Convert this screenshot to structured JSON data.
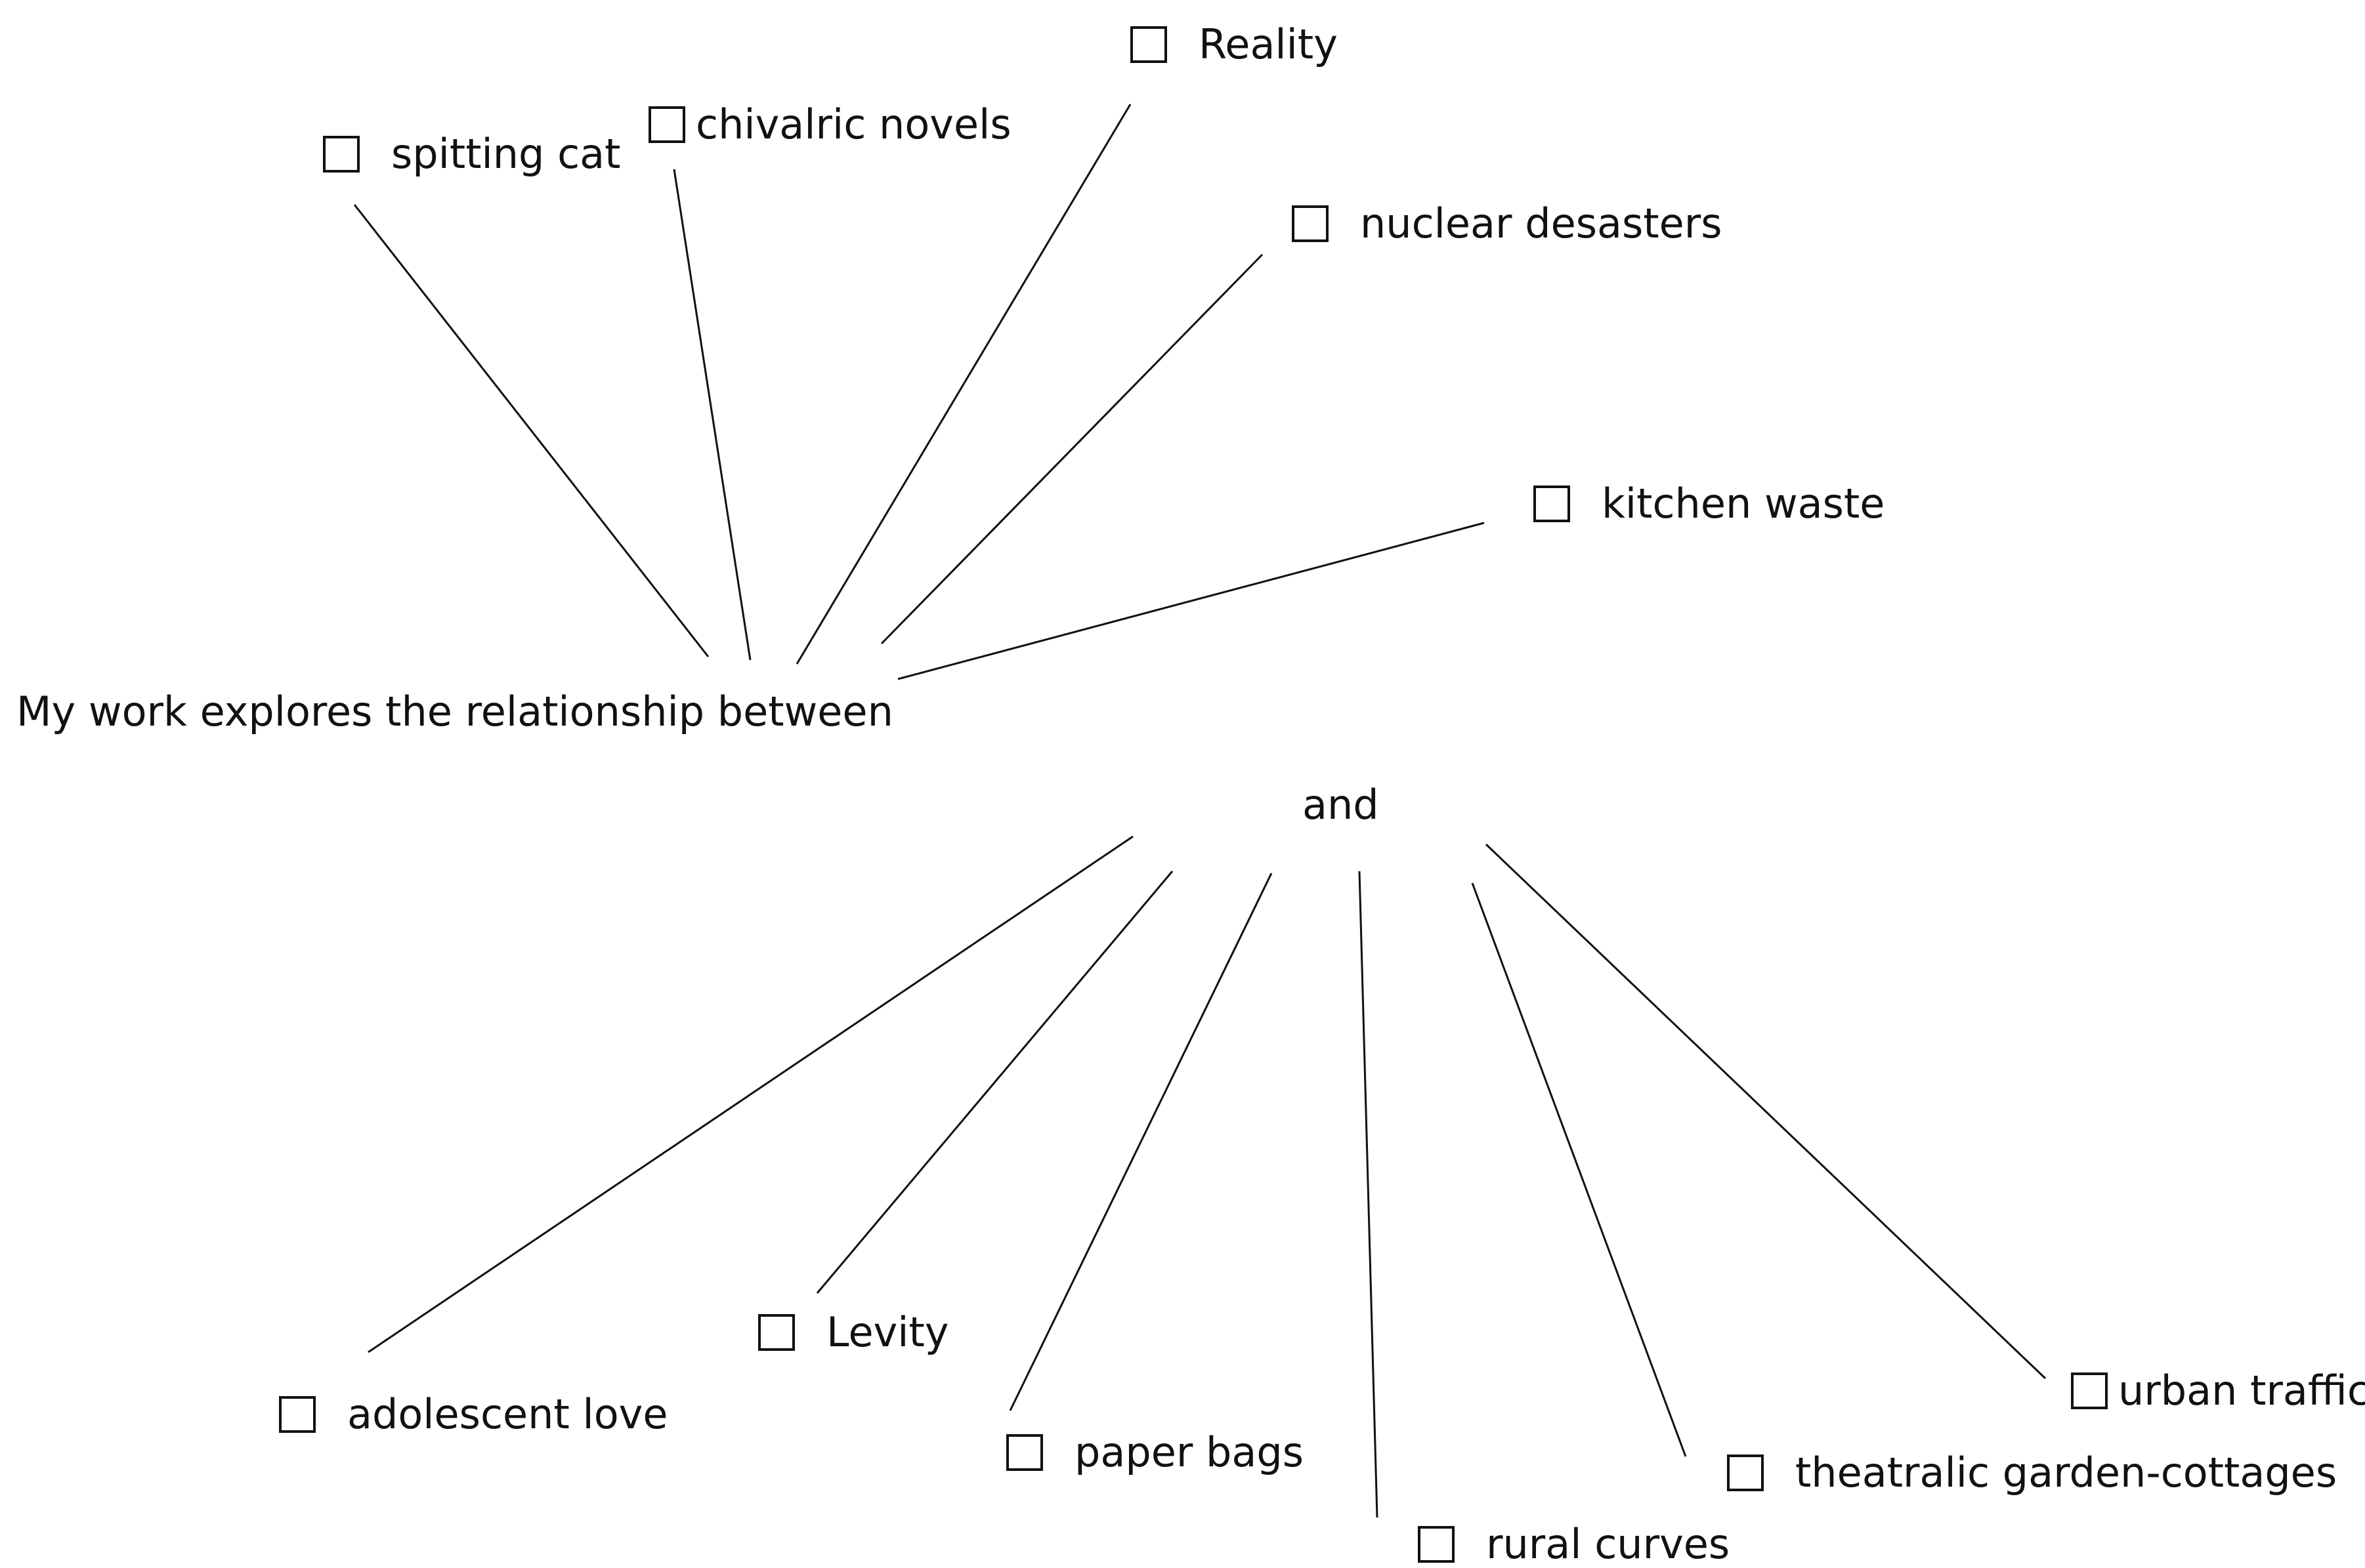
{
  "sentence": {
    "start": "My work explores the relationship between",
    "conjunction": "and"
  },
  "first_terms": [
    {
      "id": "spitting-cat",
      "label": "spitting cat",
      "checked": false
    },
    {
      "id": "chivalric-novels",
      "label": "chivalric novels",
      "checked": false
    },
    {
      "id": "reality",
      "label": "Reality",
      "checked": false
    },
    {
      "id": "nuclear-desasters",
      "label": "nuclear desasters",
      "checked": false
    },
    {
      "id": "kitchen-waste",
      "label": "kitchen waste",
      "checked": false
    }
  ],
  "second_terms": [
    {
      "id": "adolescent-love",
      "label": "adolescent love",
      "checked": false
    },
    {
      "id": "levity",
      "label": "Levity",
      "checked": false
    },
    {
      "id": "paper-bags",
      "label": "paper bags",
      "checked": false
    },
    {
      "id": "rural-curves",
      "label": "rural curves",
      "checked": false
    },
    {
      "id": "theatralic-garden-cottages",
      "label": "theatralic garden-cottages",
      "checked": false
    },
    {
      "id": "urban-traffic",
      "label": "urban traffic",
      "checked": false
    }
  ]
}
